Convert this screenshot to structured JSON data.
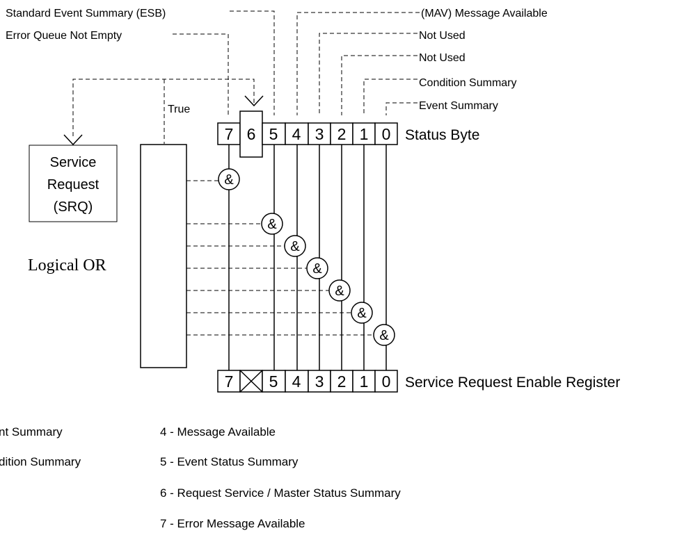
{
  "labels": {
    "esb": "Standard Event Summary (ESB)",
    "error_queue": "Error Queue Not Empty",
    "mav": "(MAV) Message Available",
    "not_used_1": "Not Used",
    "not_used_2": "Not Used",
    "condition_summary": "Condition Summary",
    "event_summary": "Event Summary",
    "true": "True",
    "status_byte": "Status Byte",
    "sre_register": "Service Request Enable Register",
    "logical_or": "Logical OR",
    "and_symbol": "&"
  },
  "srq": {
    "line1": "Service",
    "line2": "Request",
    "line3": "(SRQ)"
  },
  "status_bits": [
    "7",
    "6",
    "5",
    "4",
    "3",
    "2",
    "1",
    "0"
  ],
  "enable_bits": [
    "7",
    "",
    "5",
    "4",
    "3",
    "2",
    "1",
    "0"
  ],
  "legend": {
    "left": [
      "nt Summary",
      "dition Summary"
    ],
    "right": [
      "4 - Message Available",
      "5 - Event Status Summary",
      "6 - Request Service / Master Status Summary",
      "7 - Error Message Available"
    ]
  }
}
